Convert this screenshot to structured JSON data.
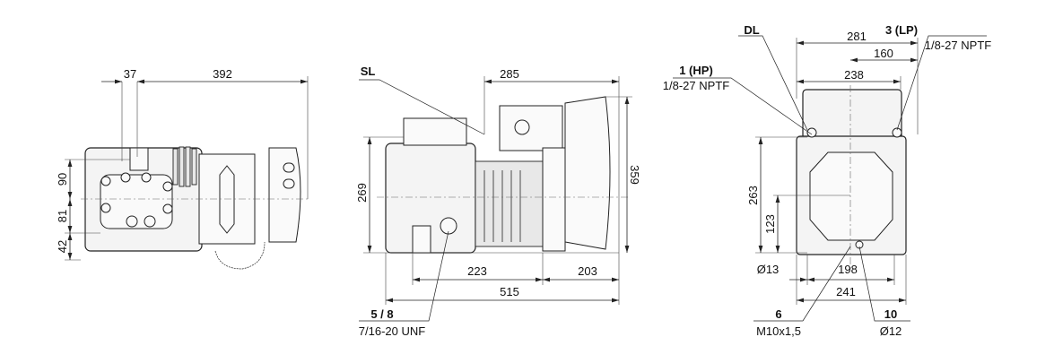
{
  "top_view": {
    "dims": {
      "d37": "37",
      "d392": "392",
      "d90": "90",
      "d81": "81",
      "d42": "42"
    }
  },
  "side_view": {
    "labels": {
      "sl": "SL",
      "mount_title": "5 / 8",
      "mount_thread": "7/16-20 UNF"
    },
    "dims": {
      "d285": "285",
      "d269": "269",
      "d359": "359",
      "d223": "223",
      "d203": "203",
      "d515": "515"
    }
  },
  "end_view": {
    "labels": {
      "dl": "DL",
      "hp_title": "1 (HP)",
      "hp_thread": "1/8-27 NPTF",
      "lp_title": "3 (LP)",
      "lp_thread": "1/8-27 NPTF",
      "p6_title": "6",
      "p6_thread": "M10x1,5",
      "p10_title": "10",
      "p10_dia": "Ø12"
    },
    "dims": {
      "d281": "281",
      "d160": "160",
      "d238": "238",
      "d263": "263",
      "d123": "123",
      "d13": "Ø13",
      "d198": "198",
      "d241": "241"
    }
  }
}
